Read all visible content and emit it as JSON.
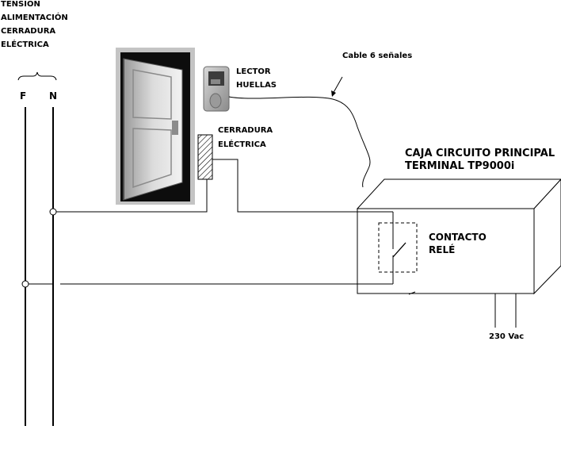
{
  "title_lines": [
    "TENSIÓN",
    "ALIMENTACIÓN",
    "CERRADURA",
    "ELÉCTRICA"
  ],
  "phase_label": "F",
  "neutral_label": "N",
  "cable_label": "Cable 6 señales",
  "reader_label": [
    "LECTOR",
    "HUELLAS"
  ],
  "lock_label": [
    "CERRADURA",
    "ELÉCTRICA"
  ],
  "box_label": [
    "CAJA CIRCUITO PRINCIPAL",
    "TERMINAL TP9000i"
  ],
  "relay_label": [
    "CONTACTO",
    "RELÉ"
  ],
  "supply_label": "230 Vac"
}
